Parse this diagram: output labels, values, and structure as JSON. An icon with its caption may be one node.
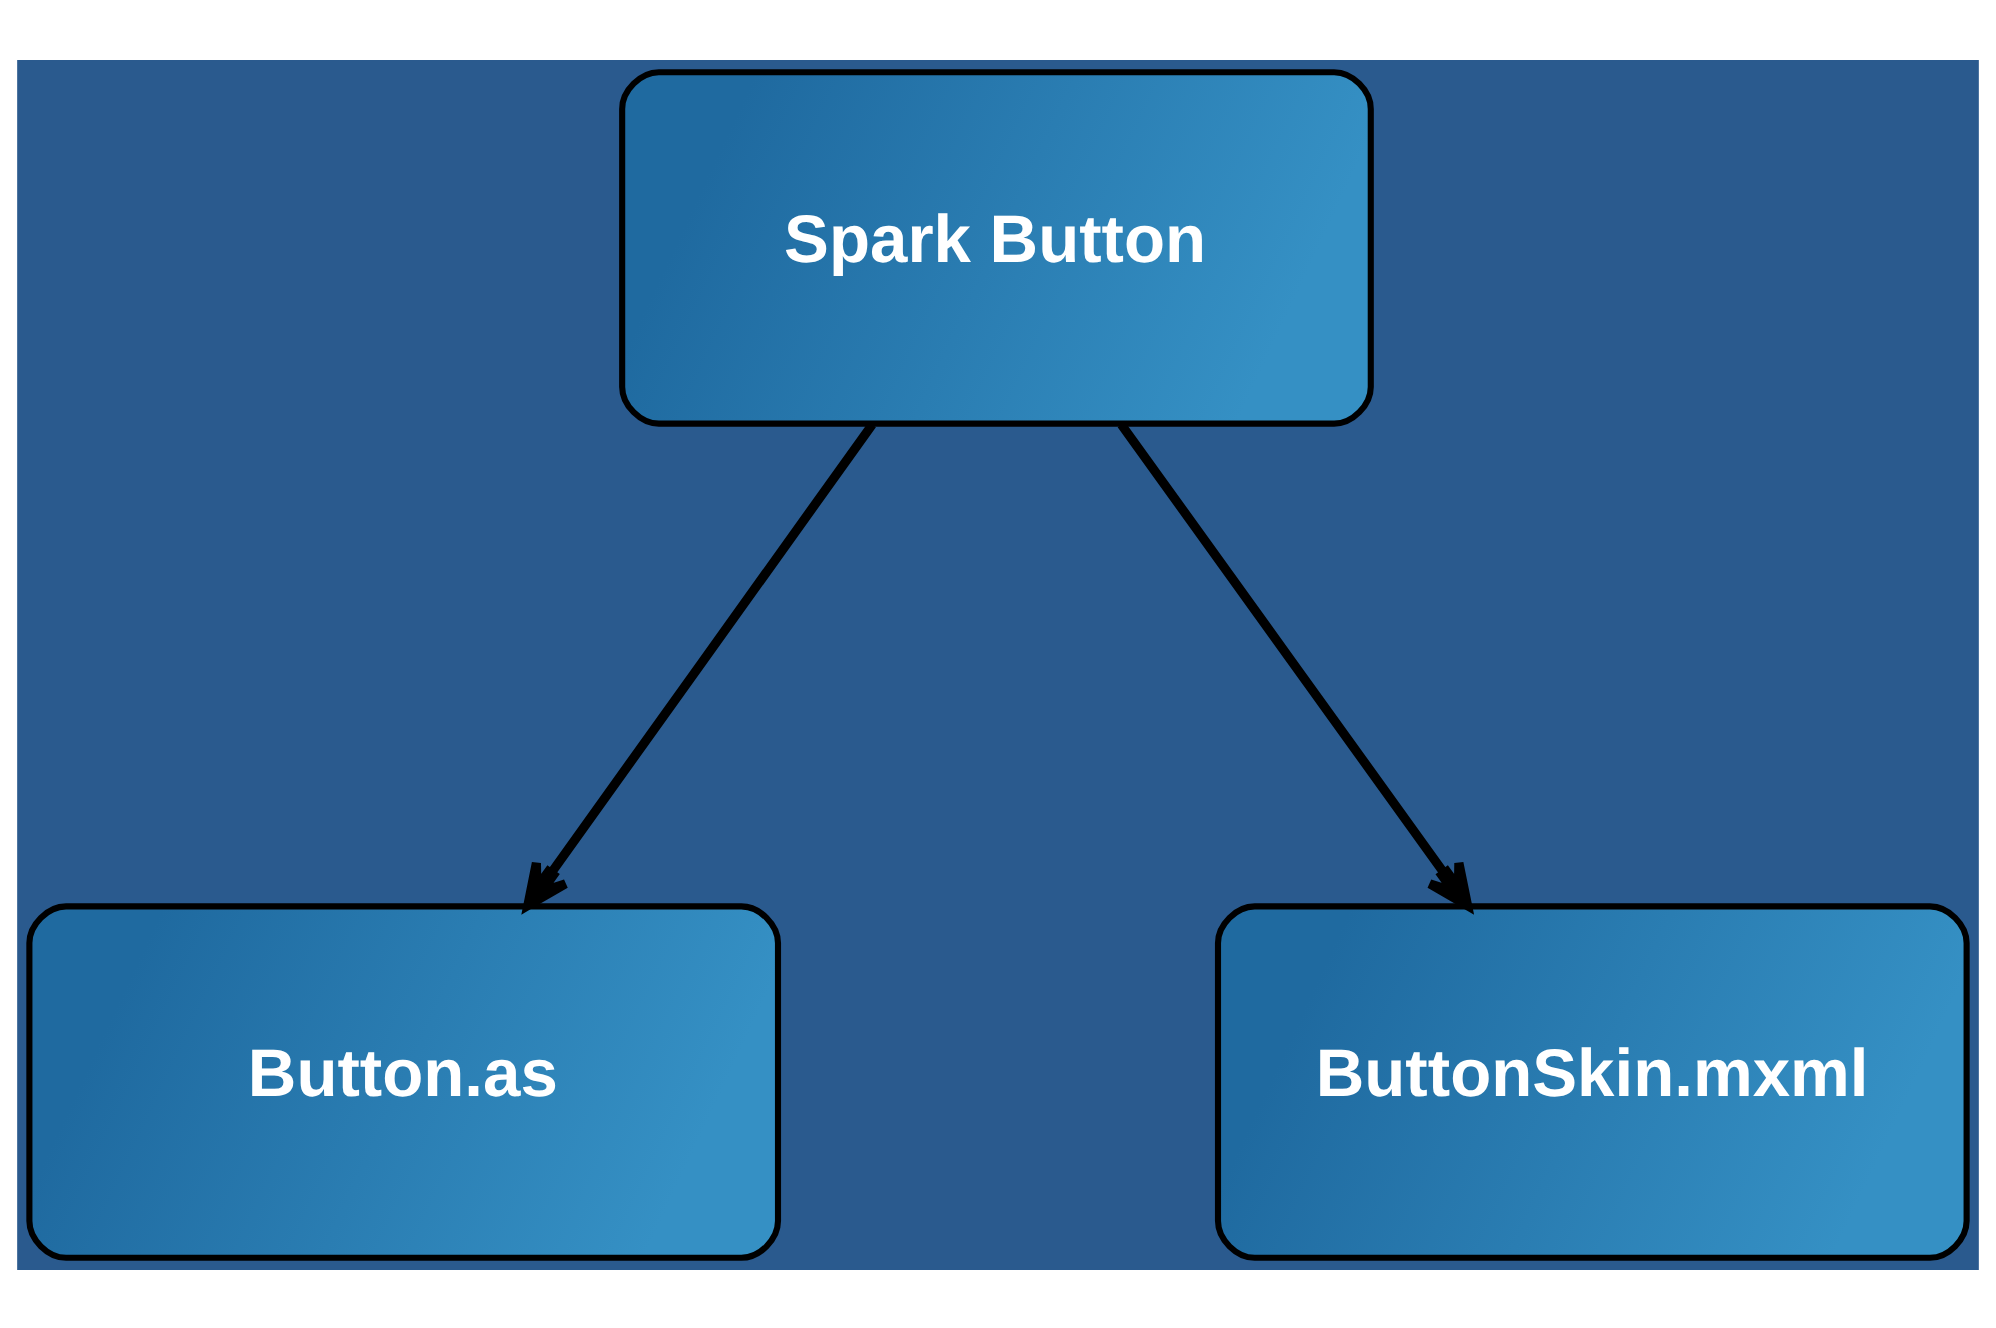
{
  "diagram": {
    "nodes": [
      {
        "text": [
          "Spark Button"
        ]
      },
      {
        "text": [
          "Button.as"
        ]
      },
      {
        "text": [
          "ButtonSkin.mxml"
        ]
      }
    ],
    "edges": [
      {
        "from": 0,
        "to": 1,
        "arrow": "to"
      },
      {
        "from": 0,
        "to": 2,
        "arrow": "to"
      }
    ]
  }
}
